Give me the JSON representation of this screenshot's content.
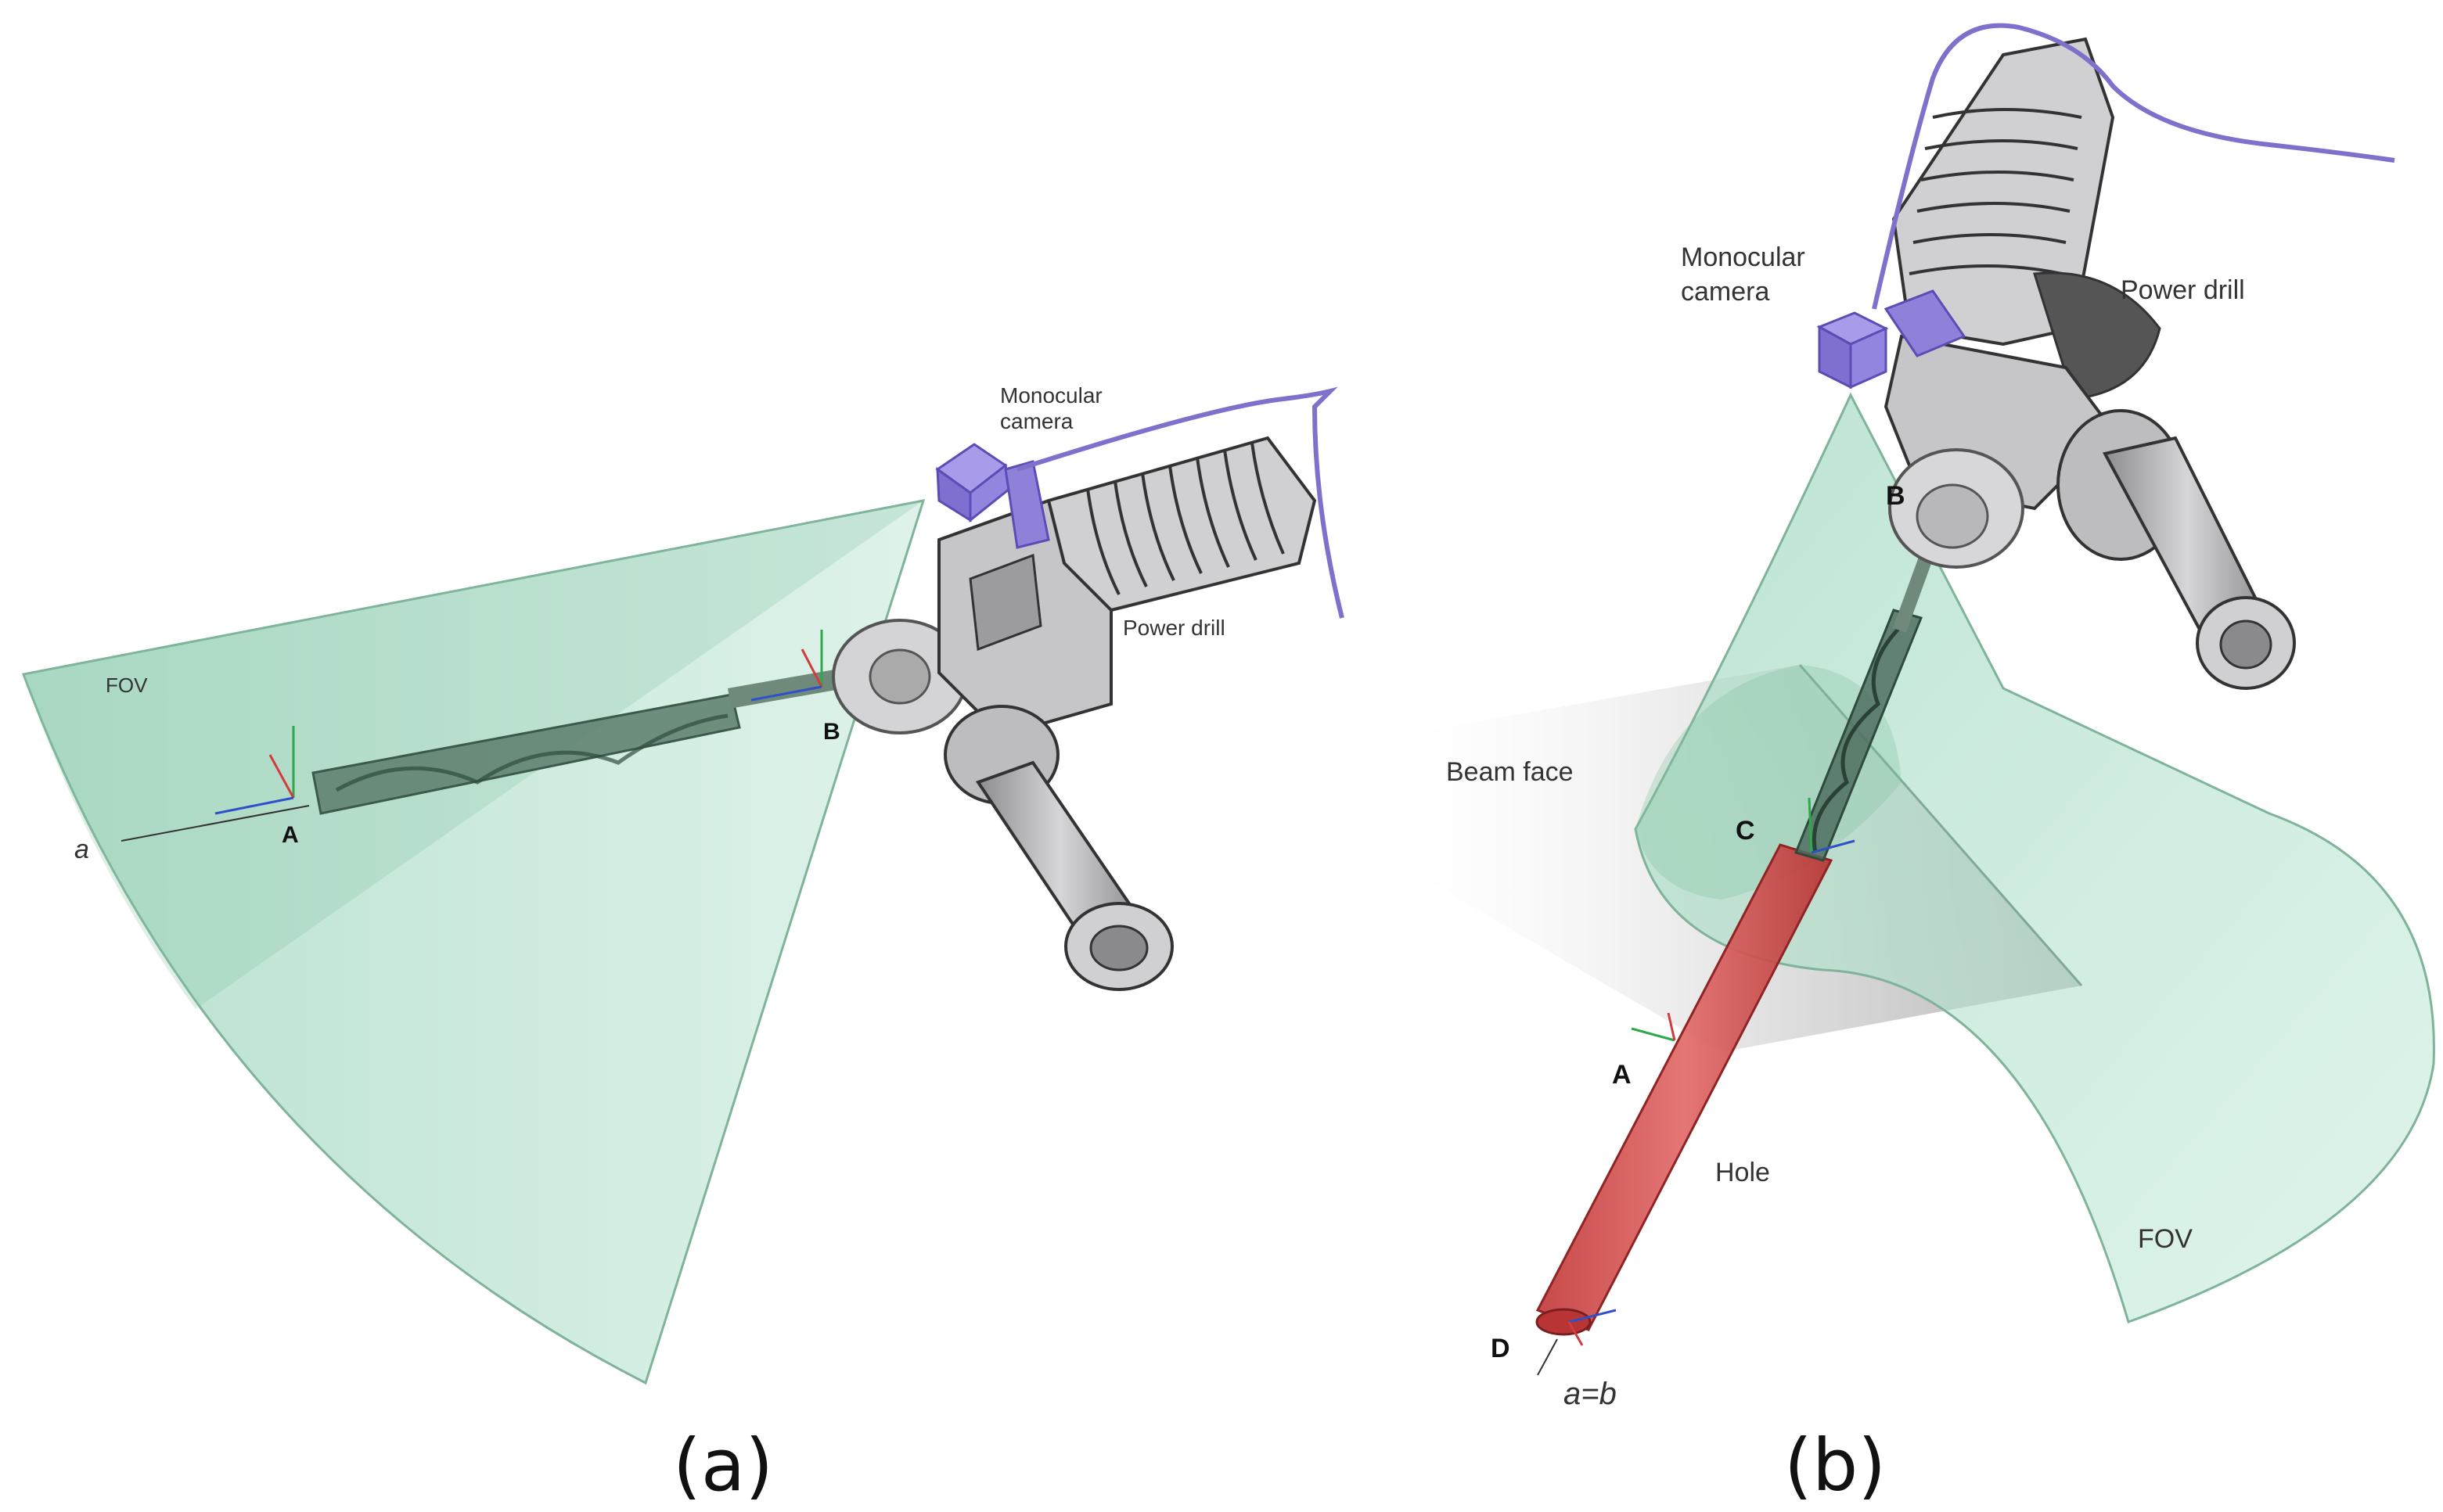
{
  "panel_a": {
    "caption": "(a)",
    "labels": {
      "camera_line1": "Monocular",
      "camera_line2": "camera",
      "power_drill": "Power drill",
      "fov": "FOV",
      "point_a": "A",
      "point_b": "B",
      "axis": "a"
    }
  },
  "panel_b": {
    "caption": "(b)",
    "labels": {
      "camera_line1": "Monocular",
      "camera_line2": "camera",
      "power_drill": "Power drill",
      "beam_face": "Beam face",
      "hole": "Hole",
      "fov": "FOV",
      "point_a": "A",
      "point_b": "B",
      "point_c": "C",
      "point_d": "D",
      "axis": "a=b"
    }
  },
  "colors": {
    "fov_cone": "#8fd3b4",
    "camera": "#8f7fd6",
    "cable": "#7f70cc",
    "hole": "#d94b4b",
    "drill_body": "#c9c9cb"
  }
}
